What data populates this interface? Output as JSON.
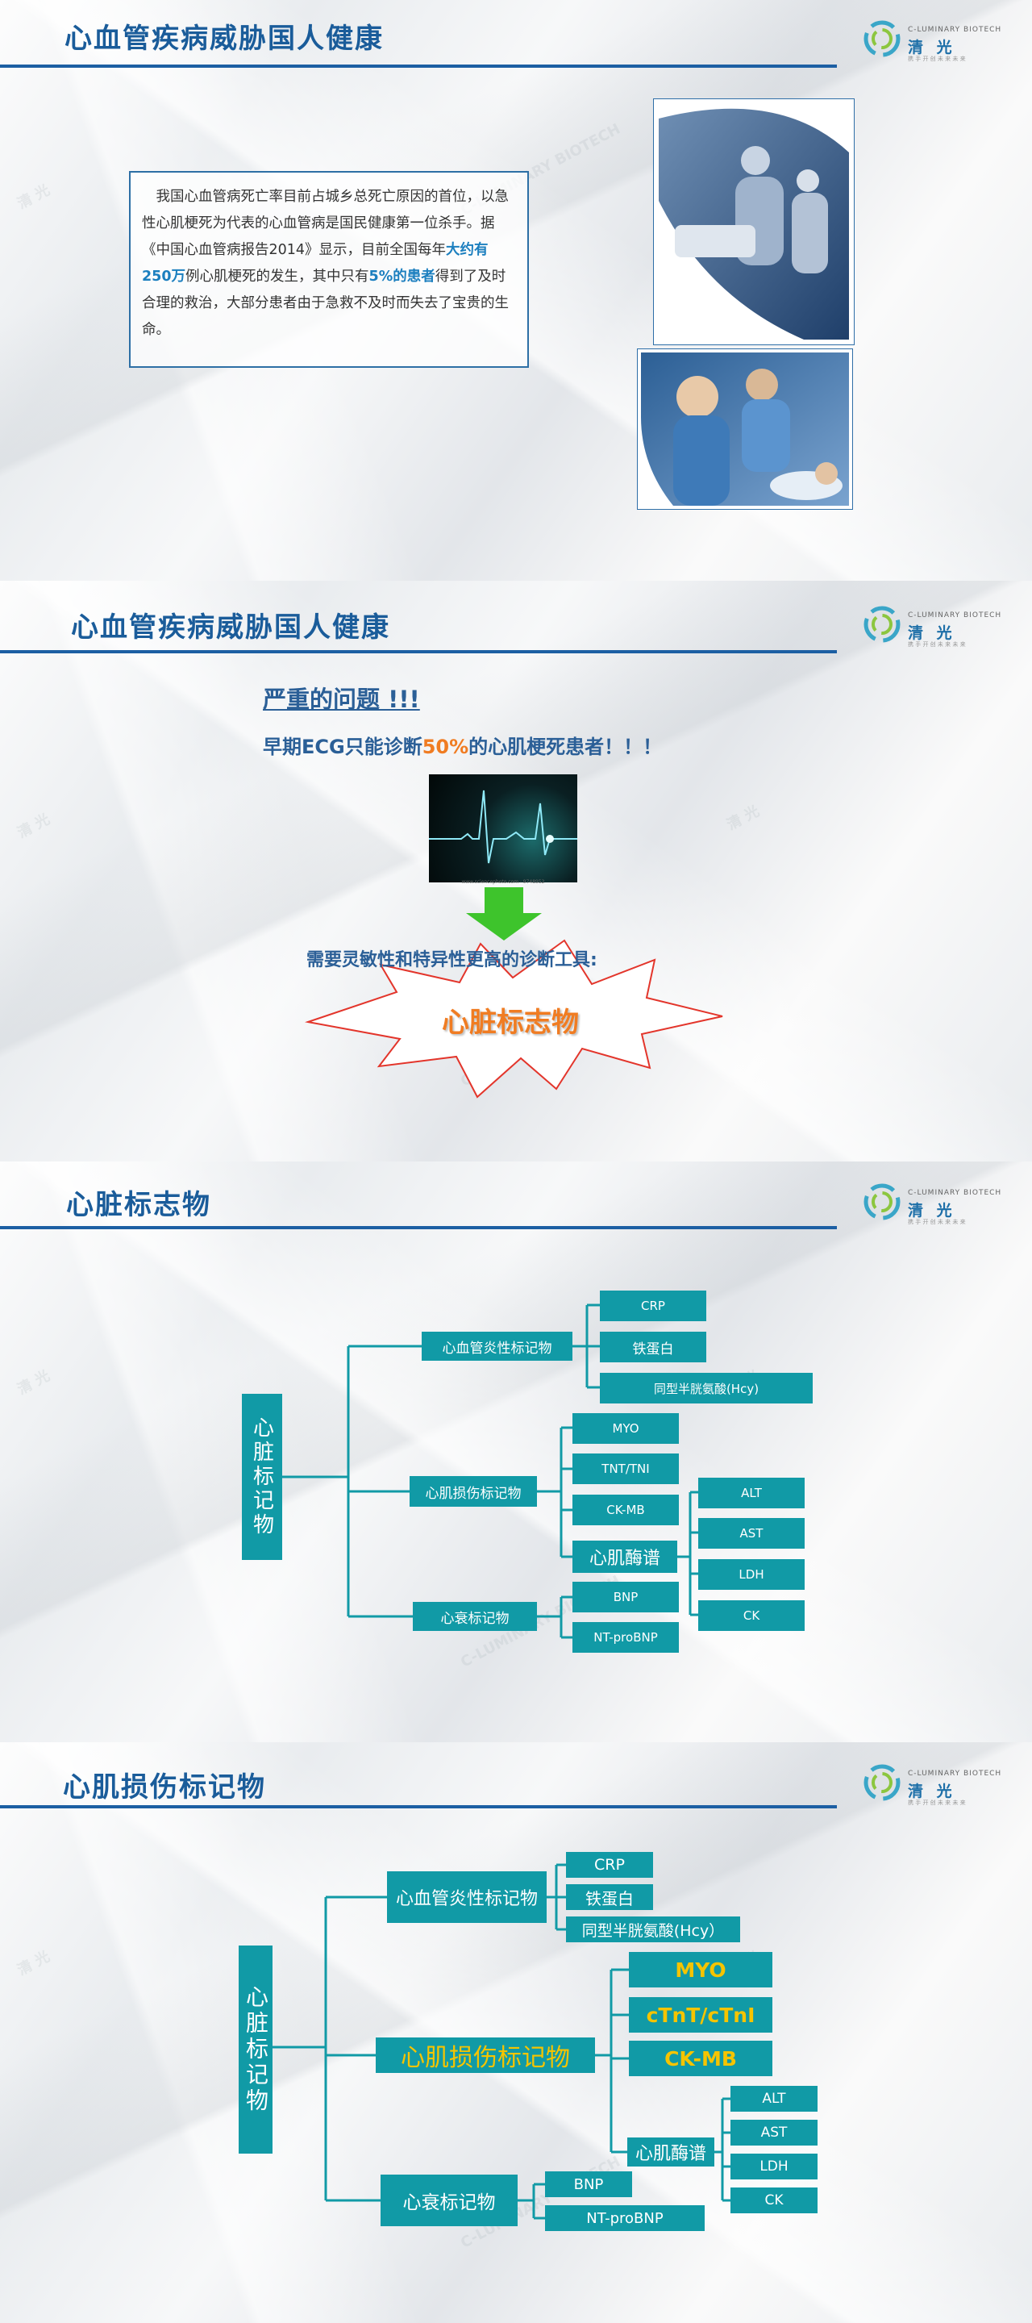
{
  "logo": {
    "brand": "C-LUMINARY BIOTECH",
    "cn": "清 光",
    "tagline": "携 手 开 创 未 来 未 来"
  },
  "watermark": {
    "brand": "C-LUMINARY BIOTECH",
    "cn": "清 光"
  },
  "slide1": {
    "title": "心血管疾病威胁国人健康",
    "p1": "我国心血管病死亡率目前占城乡总死亡原因的首位，以急性心肌梗死为代表的心血管病是国民健康第一位杀手。据《中国心血管病报告2014》显示，目前全国每年",
    "p1_hl": "大约有250万",
    "p2": "例心肌梗死的发生，其中只有",
    "p2_hl": "5%的患者",
    "p3": "得到了及时合理的救治，大部分患者由于急救不及时而失去了宝贵的生命。"
  },
  "slide2": {
    "title": "心血管疾病威胁国人健康",
    "headline": "严重的问题 !!!",
    "line_a": "早期ECG只能诊断",
    "line_pct": "50%",
    "line_b": "的心肌梗死患者！！！",
    "ecg_caption": "www.sciencephoto.com · 9748952",
    "need": "需要灵敏性和特异性更高的诊断工具:",
    "burst": "心脏标志物"
  },
  "slide3": {
    "title": "心脏标志物",
    "root": "心脏标记物",
    "cat_inflam": "心血管炎性标记物",
    "cat_injury": "心肌损伤标记物",
    "cat_hf": "心衰标记物",
    "crp": "CRP",
    "ferritin": "铁蛋白",
    "hcy": "同型半胱氨酸(Hcy)",
    "myo": "MYO",
    "tnt": "TNT/TNI",
    "ckmb": "CK-MB",
    "enzyme": "心肌酶谱",
    "alt": "ALT",
    "ast": "AST",
    "ldh": "LDH",
    "ck": "CK",
    "bnp": "BNP",
    "ntbnp": "NT-proBNP"
  },
  "slide4": {
    "title": "心肌损伤标记物",
    "root": "心脏标记物",
    "cat_inflam": "心血管炎性标记物",
    "cat_injury": "心肌损伤标记物",
    "cat_hf": "心衰标记物",
    "crp": "CRP",
    "ferritin": "铁蛋白",
    "hcy": "同型半胱氨酸(Hcy）",
    "myo": "MYO",
    "tnt": "cTnT/cTnI",
    "ckmb": "CK-MB",
    "enzyme": "心肌酶谱",
    "alt": "ALT",
    "ast": "AST",
    "ldh": "LDH",
    "ck": "CK",
    "bnp": "BNP",
    "ntbnp": "NT-proBNP"
  },
  "colors": {
    "title": "#1a5c9a",
    "box": "#119aa6",
    "highlight_gold": "#f5c400",
    "orange": "#f07c22",
    "arrow": "#3ec42c"
  }
}
